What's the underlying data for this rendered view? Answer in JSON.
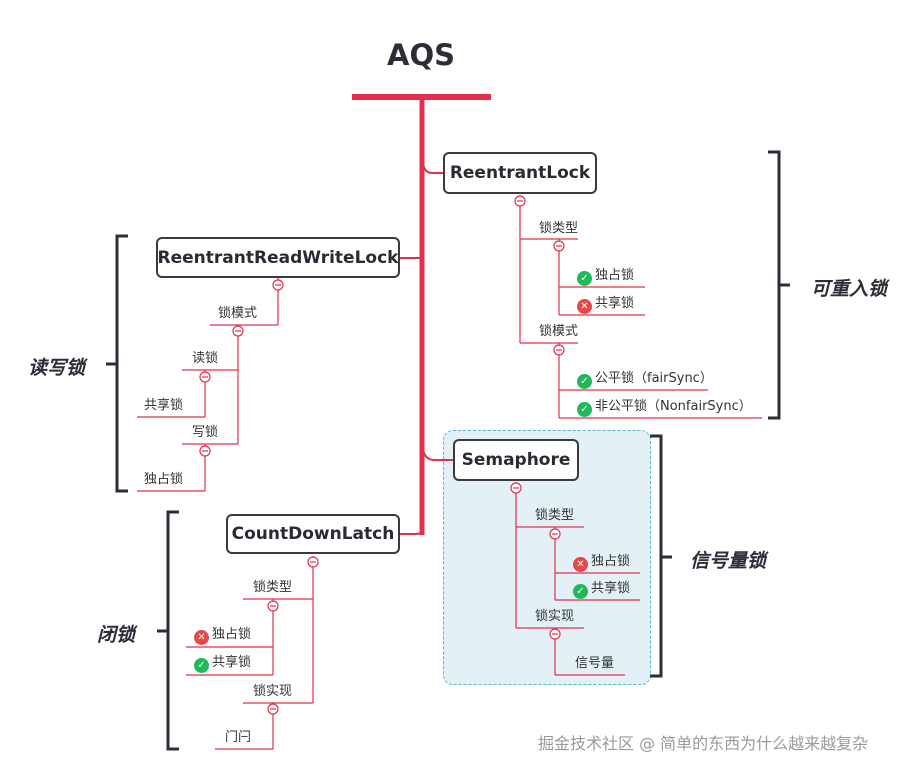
{
  "root": {
    "title": "AQS"
  },
  "reentrant_lock": {
    "title": "ReentrantLock",
    "group_label": "可重入锁",
    "lock_type": "锁类型",
    "exclusive": "独占锁",
    "shared": "共享锁",
    "lock_mode": "锁模式",
    "fair": "公平锁（fairSync）",
    "nonfair": "非公平锁（NonfairSync）"
  },
  "rw_lock": {
    "title": "ReentrantReadWriteLock",
    "group_label": "读写锁",
    "lock_mode": "锁模式",
    "read_lock": "读锁",
    "shared": "共享锁",
    "write_lock": "写锁",
    "exclusive": "独占锁"
  },
  "semaphore": {
    "title": "Semaphore",
    "group_label": "信号量锁",
    "lock_type": "锁类型",
    "exclusive": "独占锁",
    "shared": "共享锁",
    "impl": "锁实现",
    "signal": "信号量"
  },
  "latch": {
    "title": "CountDownLatch",
    "group_label": "闭锁",
    "lock_type": "锁类型",
    "exclusive": "独占锁",
    "shared": "共享锁",
    "impl": "锁实现",
    "gate": "门闩"
  },
  "watermark": "掘金技术社区 @ 简单的东西为什么越来越复杂",
  "colors": {
    "trunk": "#e0304d",
    "branch": "#e0304d",
    "check": "#1fb95a",
    "cross": "#e24a4a",
    "bracket": "#2d2d38"
  },
  "icons": {
    "check": "check-circle-icon",
    "cross": "cross-circle-icon",
    "collapse": "collapse-circle-icon"
  }
}
